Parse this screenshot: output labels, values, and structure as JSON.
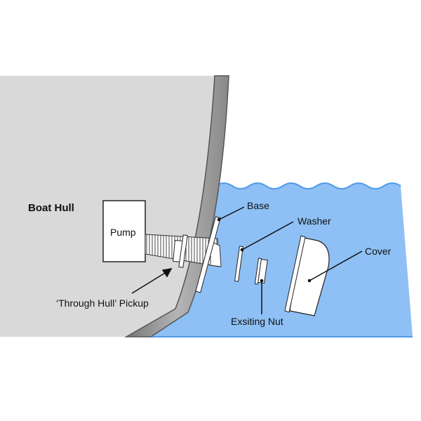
{
  "labels": {
    "boat_hull": "Boat Hull",
    "pump": "Pump",
    "base": "Base",
    "washer": "Washer",
    "cover": "Cover",
    "nut": "Exsiting Nut",
    "pickup": "‘Through Hull’ Pickup"
  },
  "colors": {
    "hull_interior": "#d9d9d9",
    "hull": "#8c8c8c",
    "water": "#8ec0f5",
    "wave": "#4f9ae8"
  }
}
